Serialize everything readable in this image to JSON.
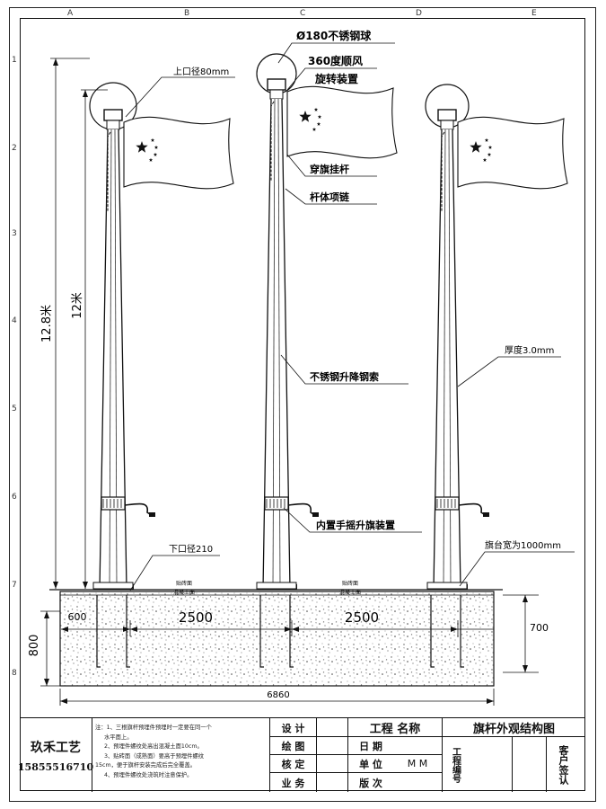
{
  "grid": {
    "columns": [
      "A",
      "B",
      "C",
      "D",
      "E"
    ],
    "rows": [
      "1",
      "2",
      "3",
      "4",
      "5",
      "6",
      "7",
      "8"
    ]
  },
  "annotations": {
    "ball": "Ø180不锈钢球",
    "rotator_line1": "360度顺风",
    "rotator_line2": "旋转装置",
    "top_diameter": "上口径80mm",
    "flag_rod": "穿旗挂杆",
    "chain": "杆体项链",
    "cable": "不锈钢升降钢索",
    "thickness": "厚度3.0mm",
    "winch": "内置手摇升旗装置",
    "bottom_diameter": "下口径210",
    "platform_width": "旗台宽为1000mm",
    "tile_surface": "贴砖面",
    "concrete_surface": "混凝土面"
  },
  "dimensions": {
    "total_height": "12.8米",
    "pole_height": "12米",
    "spacing_left": "2500",
    "spacing_right": "2500",
    "edge_offset": "600",
    "foundation_depth": "700",
    "side_depth": "800",
    "total_width": "6860"
  },
  "title_block": {
    "company": "玖禾工艺",
    "phone": "15855516710",
    "notes": [
      "注：1、三根旗杆预埋件预埋时一定要在同一个",
      "水平面上。",
      "2、预埋件螺纹处高出混凝土面10cm。",
      "3、贴砖面（成熟面）要高于预埋件螺纹",
      "15cm，便于旗杆安装完成后完全覆盖。",
      "4、预埋件螺纹处浇筑时注意保护。"
    ],
    "roles": [
      "设 计",
      "绘 图",
      "核 定",
      "业 务"
    ],
    "project_name_label": "工程 名称",
    "date_label": "日 期",
    "unit_label": "单 位",
    "unit_value": "M M",
    "version_label": "版 次",
    "project_no_label": "工程编号",
    "drawing_title": "旗杆外观结构图",
    "client_sign_label": "客户签认"
  }
}
